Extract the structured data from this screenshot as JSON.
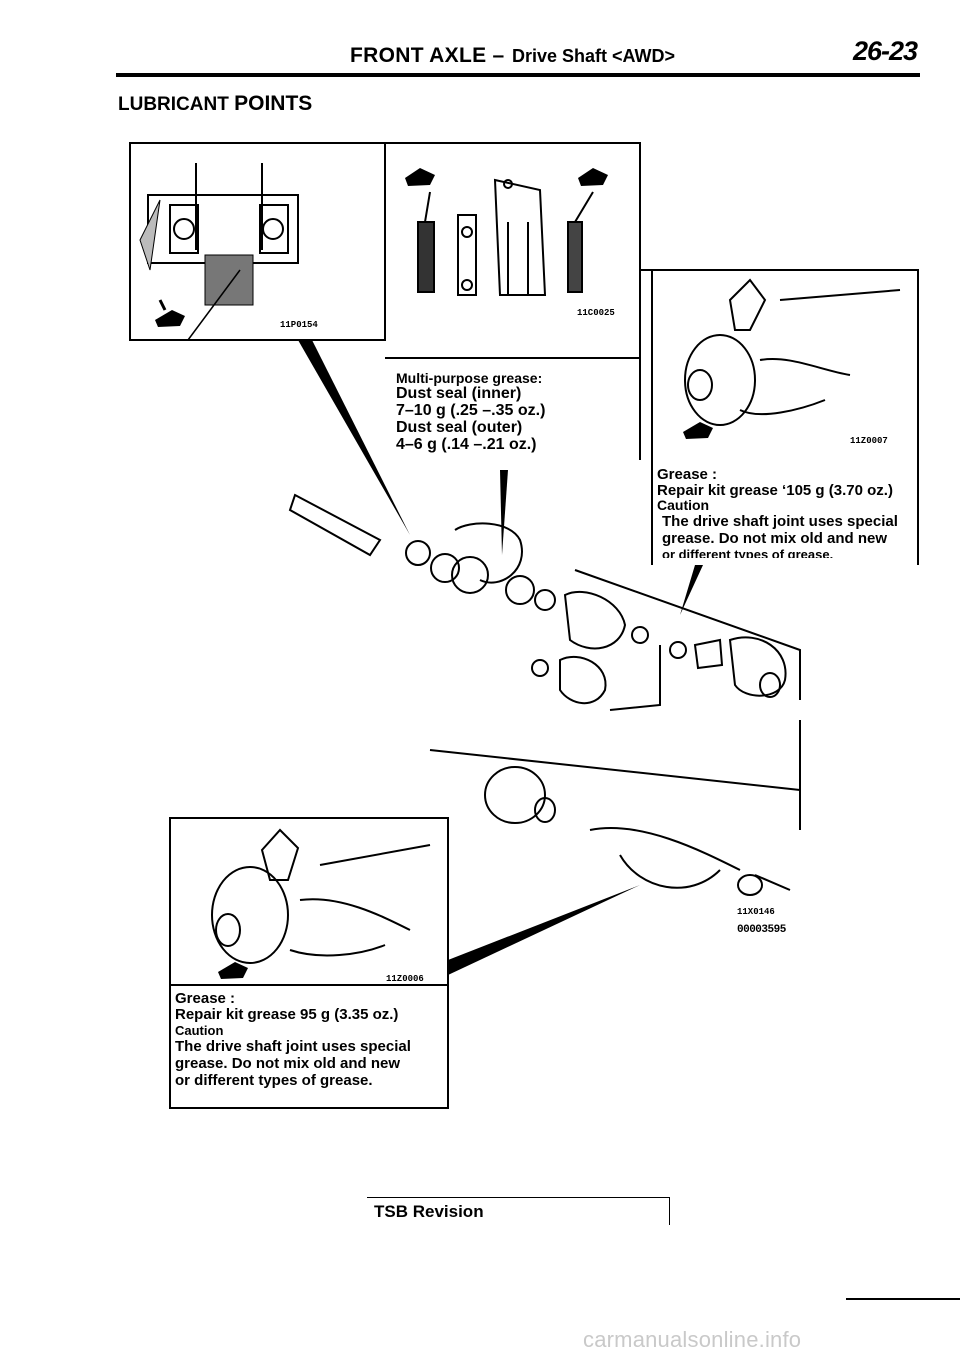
{
  "header": {
    "section": "FRONT AXLE –",
    "subsection": "Drive Shaft <AWD>",
    "page_number": "26-23"
  },
  "section_title": {
    "part1": "LUBRICANT",
    "part2": "POINTS"
  },
  "figure_codes": {
    "seal_left": "11P0154",
    "seal_right": "11C0025",
    "joint_right": "11Z0007",
    "joint_left": "11Z0006",
    "assembly": "11X0146"
  },
  "figure_id": "00003595",
  "dust_seal_box": {
    "heading": "Multi-purpose grease:",
    "inner_label": "Dust seal (inner)",
    "inner_amount": "7–10 g (.25 –.35  oz.)",
    "outer_label": "Dust seal (outer)",
    "outer_amount": "4–6 g (.14 –.21  oz.)"
  },
  "right_note": {
    "grease_heading": "Grease :",
    "repair_line": "Repair kit  grease ‘105  g  (3.70  oz.)",
    "caution": "Caution",
    "line1": "The drive shaft joint uses special",
    "line2": "grease.  Do  not  mix  old  and  new",
    "line3": "or  different  types  of  grease."
  },
  "left_note": {
    "grease_heading": "Grease :",
    "repair_line": "Repair kit grease 95  g  (3.35 oz.)",
    "caution": "Caution",
    "line1": "The drive shaft joint uses special",
    "line2": "grease. Do not mix old and new",
    "line3": "or different types of grease."
  },
  "footer": {
    "tsb": "TSB  Revision",
    "watermark": "carmanualsonline.info"
  }
}
